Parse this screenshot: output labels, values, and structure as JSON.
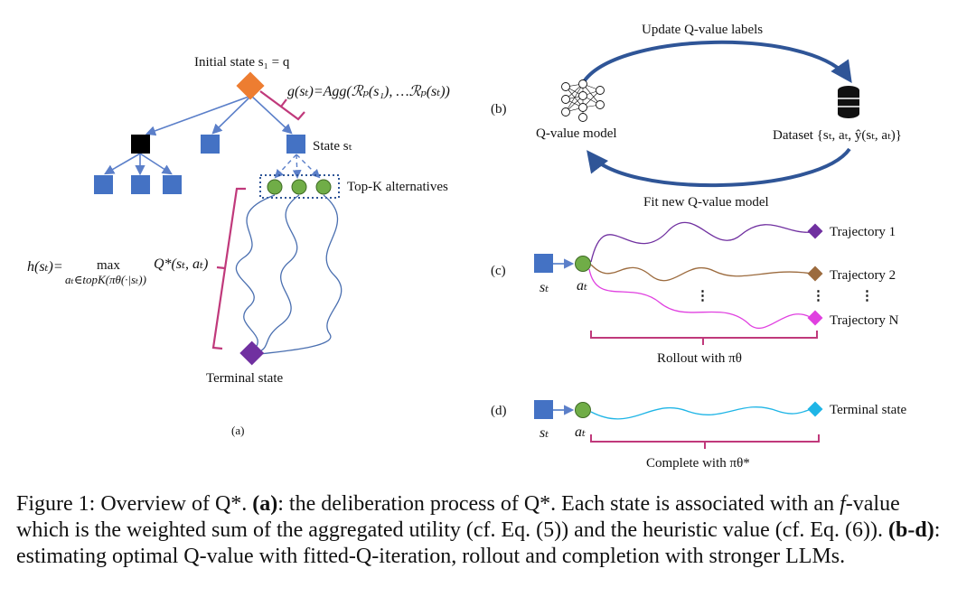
{
  "panel_a": {
    "initial_state": "Initial state s₁ = q",
    "g_formula": "g(sₜ)=Agg(ℛₚ(s₁), …ℛₚ(sₜ))",
    "state_label": "State sₜ",
    "topk_label": "Top-K alternatives",
    "h_formula_left": "h(sₜ)=",
    "h_max": "max",
    "h_sub": "aₜ∈topK(πθ(·|sₜ))",
    "h_formula_right": "Q*(sₜ, aₜ)",
    "terminal_label": "Terminal state",
    "panel_tag": "(a)"
  },
  "panel_b": {
    "tag": "(b)",
    "top_arrow_label": "Update Q-value labels",
    "bottom_arrow_label": "Fit new Q-value model",
    "model_label": "Q-value model",
    "dataset_label": "Dataset {sₜ, aₜ, ŷ(sₜ, aₜ)}"
  },
  "panel_c": {
    "tag": "(c)",
    "state": "sₜ",
    "action": "aₜ",
    "trajectories": [
      "Trajectory 1",
      "Trajectory 2",
      "Trajectory N"
    ],
    "rollout_label": "Rollout with πθ",
    "ellipsis": "⋮"
  },
  "panel_d": {
    "tag": "(d)",
    "state": "sₜ",
    "action": "aₜ",
    "terminal_label": "Terminal state",
    "complete_label": "Complete with πθ*"
  },
  "caption": {
    "prefix": "Figure 1: Overview of Q*. ",
    "a_tag": "(a)",
    "a_text": ": the deliberation process of Q*. Each state is associated with an ",
    "f_italic": "f",
    "a_text2": "-value which is the weighted sum of the aggregated utility (cf. Eq. (5)) and the heuristic value (cf. Eq. (6)). ",
    "bd_tag": "(b-d)",
    "bd_text": ": estimating optimal Q-value with fitted-Q-iteration, rollout and completion with stronger LLMs."
  },
  "colors": {
    "blue_node": "#4472c4",
    "tree_edge": "#5b7fc9",
    "orange": "#ed7d31",
    "green": "#70ad47",
    "purple": "#7030a0",
    "magenta_brace": "#c0397b",
    "cycle_arrow": "#2f5597",
    "traj1": "#7030a0",
    "traj2": "#9c6b3e",
    "trajN": "#e040e0",
    "complete": "#1fb5e6"
  },
  "icons": [
    "neural-network-icon",
    "database-icon"
  ]
}
